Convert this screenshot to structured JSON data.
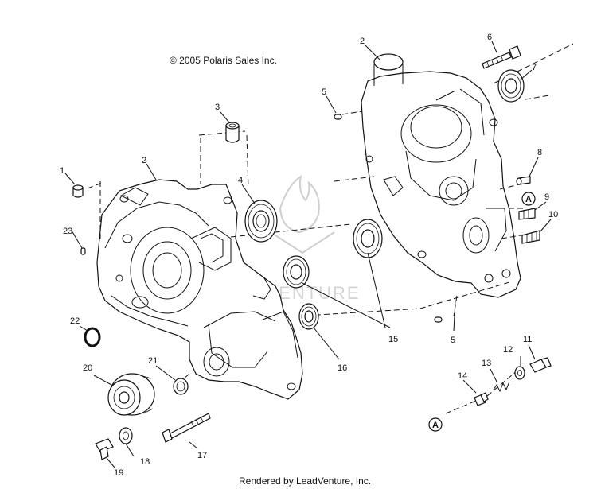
{
  "copyright": "© 2005 Polaris Sales Inc.",
  "rendered_by": "Rendered by LeadVenture, Inc.",
  "watermark": "LEADVENTURE",
  "callouts": [
    "1",
    "2",
    "2",
    "3",
    "4",
    "5",
    "5",
    "6",
    "7",
    "8",
    "9",
    "10",
    "11",
    "12",
    "13",
    "14",
    "15",
    "16",
    "17",
    "18",
    "19",
    "20",
    "21",
    "22",
    "23"
  ],
  "reference_marker": "A"
}
